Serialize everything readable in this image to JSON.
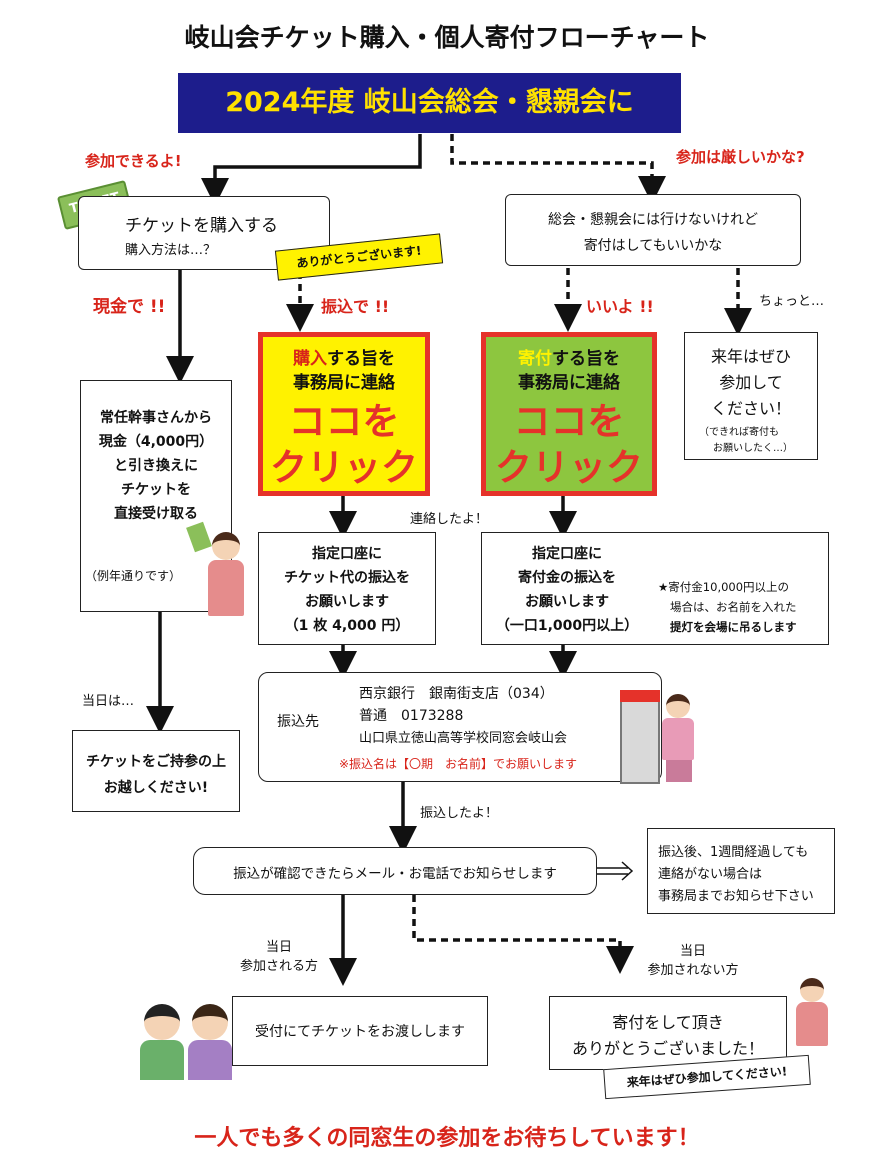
{
  "title": "岐山会チケット購入・個人寄付フローチャート",
  "header": "2024年度 岐山会総会・懇親会に",
  "branch_yes": "参加できるよ!",
  "branch_no": "参加は厳しいかな?",
  "ticket_icon": "TICKET",
  "buy_box": {
    "line1": "チケットを購入する",
    "line2": "購入方法は…？"
  },
  "thanks_tag": "ありがとうございます!",
  "not_attend_box": {
    "line1": "総会・懇親会には行けないけれど",
    "line2": "寄付はしてもいいかな"
  },
  "label_cash": "現金で !!",
  "label_transfer": "振込で !!",
  "label_ok": "いいよ !!",
  "label_little": "ちょっと…",
  "cash_box": {
    "lines": [
      "常任幹事さんから",
      "現金（4,000円）",
      "と引き換えに",
      "チケットを",
      "直接受け取る"
    ],
    "note": "（例年通りです）"
  },
  "cta_purchase": {
    "highlight": "購入",
    "rest": "する旨を",
    "line2": "事務局に連絡",
    "big1": "ココを",
    "big2": "クリック"
  },
  "cta_donate": {
    "highlight": "寄付",
    "rest": "する旨を",
    "line2": "事務局に連絡",
    "big1": "ココを",
    "big2": "クリック"
  },
  "next_year_box": {
    "lines": [
      "来年はぜひ",
      "参加して",
      "ください！"
    ],
    "note1": "（できれば寄付も",
    "note2": "お願いしたく…）"
  },
  "label_contacted": "連絡したよ！",
  "ticket_transfer_box": {
    "lines": [
      "指定口座に",
      "チケット代の振込を",
      "お願いします",
      "（1 枚 4,000 円）"
    ]
  },
  "donation_transfer_box": {
    "lines": [
      "指定口座に",
      "寄付金の振込を",
      "お願いします",
      "（一口1,000円以上）"
    ],
    "note": [
      "★寄付金10,000円以上の",
      "場合は、お名前を入れた",
      "提灯を会場に吊るします"
    ]
  },
  "label_on_day": "当日は…",
  "bring_ticket_box": {
    "line1": "チケットをご持参の上",
    "line2": "お越しください!"
  },
  "bank_box": {
    "label": "振込先",
    "bank": "西京銀行　銀南街支店（034）",
    "account": "普通　0173288",
    "name": "山口県立徳山高等学校同窓会岐山会",
    "note": "※振込名は【〇期　お名前】でお願いします"
  },
  "label_transferred": "振込したよ！",
  "confirm_box": "振込が確認できたらメール・お電話でお知らせします",
  "after_week_box": {
    "lines": [
      "振込後、1週間経過しても",
      "連絡がない場合は",
      "事務局までお知らせ下さい"
    ]
  },
  "label_attend_day": {
    "line1": "当日",
    "line2": "参加される方"
  },
  "label_not_attend_day": {
    "line1": "当日",
    "line2": "参加されない方"
  },
  "reception_box": "受付にてチケットをお渡しします",
  "thanks_donation_box": {
    "line1": "寄付をして頂き",
    "line2": "ありがとうございました！"
  },
  "next_year_tag": "来年はぜひ参加してください!",
  "footer": "一人でも多くの同窓生の参加をお待ちしています！",
  "colors": {
    "header_bg": "#1d1d8c",
    "header_text": "#ffe100",
    "accent_red": "#e5322a",
    "cta_yellow": "#fff200",
    "cta_green": "#8dc63f"
  }
}
